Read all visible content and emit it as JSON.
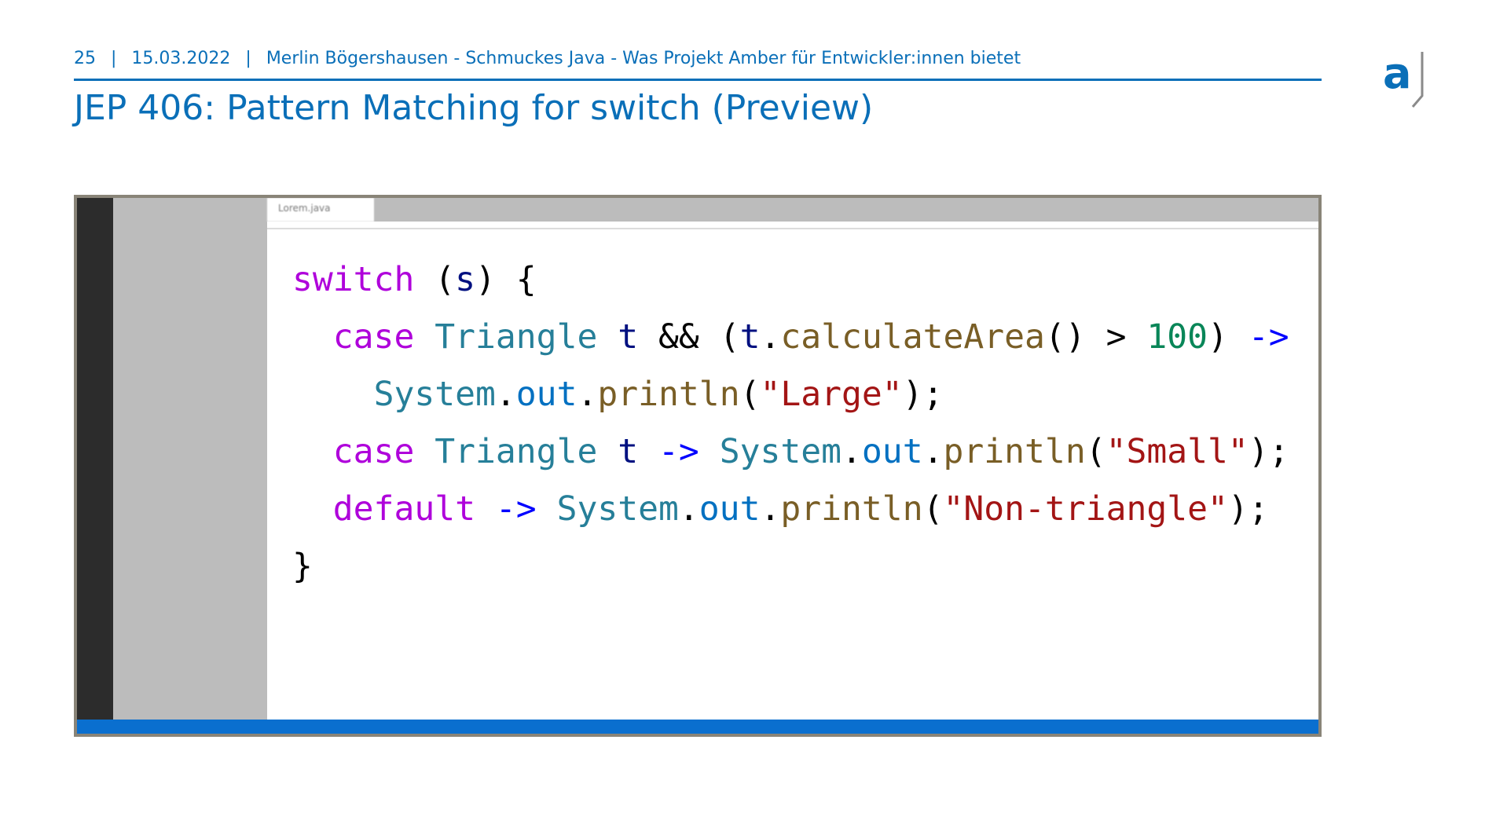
{
  "header": {
    "page_number": "25",
    "date": "15.03.2022",
    "subtitle": "Merlin Bögershausen - Schmuckes Java - Was Projekt Amber für Entwickler:innen bietet",
    "separator": "|"
  },
  "title": "JEP 406: Pattern Matching for switch (Preview)",
  "logo": {
    "icon": "adesso-a-logo-icon",
    "letter": "a",
    "color": "#0a6fb8"
  },
  "editor": {
    "tab_label": "Lorem.java",
    "code": {
      "l1": {
        "kw": "switch",
        "open": " (",
        "var": "s",
        "close": ") {"
      },
      "l2": {
        "indent": "  ",
        "kw": "case",
        "sp1": " ",
        "type": "Triangle",
        "sp2": " ",
        "var": "t",
        "amp": " && (",
        "var2": "t",
        "dot": ".",
        "fn": "calculateArea",
        "call": "() > ",
        "num": "100",
        "close": ") ",
        "arrow": "->"
      },
      "l3": {
        "indent": "    ",
        "type": "System",
        "dot1": ".",
        "field": "out",
        "dot2": ".",
        "fn": "println",
        "open": "(",
        "str": "\"Large\"",
        "close": ");"
      },
      "l4": {
        "indent": "  ",
        "kw": "case",
        "sp1": " ",
        "type": "Triangle",
        "sp2": " ",
        "var": "t",
        "sp3": " ",
        "arrow": "->",
        "sp4": " ",
        "type2": "System",
        "dot1": ".",
        "field": "out",
        "dot2": ".",
        "fn": "println",
        "open": "(",
        "str": "\"Small\"",
        "close": ");"
      },
      "l5": {
        "indent": "  ",
        "kw": "default",
        "sp1": " ",
        "arrow": "->",
        "sp2": " ",
        "type": "System",
        "dot1": ".",
        "field": "out",
        "dot2": ".",
        "fn": "println",
        "open": "(",
        "str": "\"Non-triangle\"",
        "close": ");"
      },
      "l6": {
        "brace": "}"
      }
    }
  },
  "colors": {
    "accent": "#0a6fb8",
    "keyword": "#af00db",
    "type": "#267f99",
    "variable": "#001080",
    "function": "#795e26",
    "number": "#098658",
    "string": "#a31515",
    "arrow": "#0000ff",
    "field": "#0070c1",
    "status_bar": "#0a6fcf"
  }
}
